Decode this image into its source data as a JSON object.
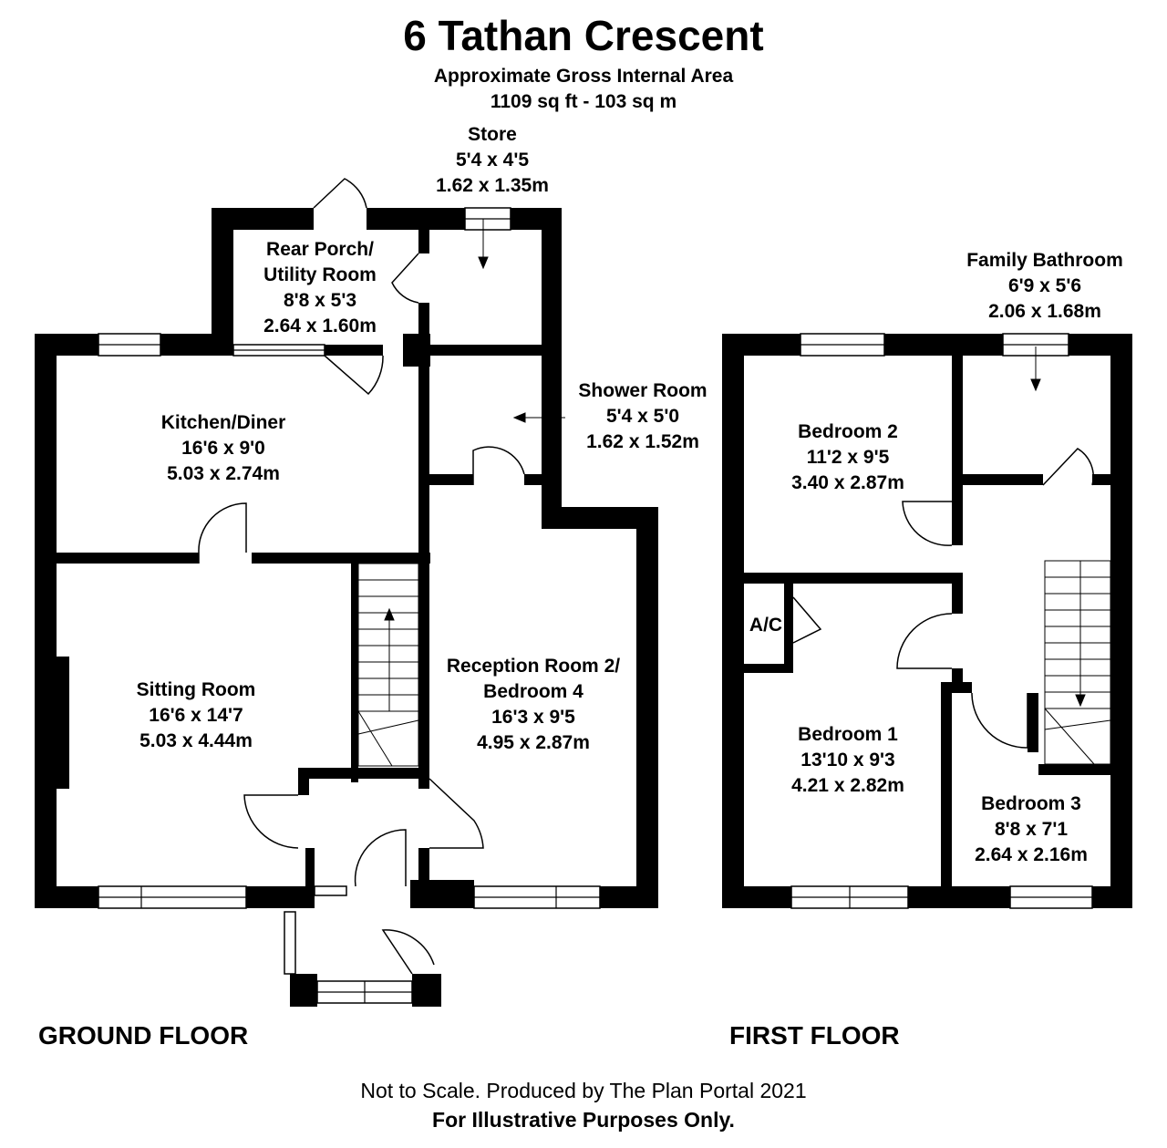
{
  "header": {
    "title": "6 Tathan Crescent",
    "subtitle_line1": "Approximate Gross Internal Area",
    "subtitle_line2": "1109 sq ft - 103 sq m"
  },
  "rooms": {
    "store": {
      "name": "Store",
      "imperial": "5'4 x 4'5",
      "metric": "1.62 x 1.35m"
    },
    "rear_porch": {
      "name_line1": "Rear Porch/",
      "name_line2": "Utility Room",
      "imperial": "8'8 x 5'3",
      "metric": "2.64 x 1.60m"
    },
    "shower_room": {
      "name": "Shower Room",
      "imperial": "5'4 x 5'0",
      "metric": "1.62 x 1.52m"
    },
    "kitchen": {
      "name": "Kitchen/Diner",
      "imperial": "16'6 x 9'0",
      "metric": "5.03 x 2.74m"
    },
    "sitting_room": {
      "name": "Sitting Room",
      "imperial": "16'6 x 14'7",
      "metric": "5.03 x 4.44m"
    },
    "reception": {
      "name_line1": "Reception Room 2/",
      "name_line2": "Bedroom 4",
      "imperial": "16'3 x 9'5",
      "metric": "4.95 x 2.87m"
    },
    "family_bathroom": {
      "name": "Family Bathroom",
      "imperial": "6'9 x 5'6",
      "metric": "2.06 x 1.68m"
    },
    "bedroom2": {
      "name": "Bedroom 2",
      "imperial": "11'2 x 9'5",
      "metric": "3.40 x 2.87m"
    },
    "ac": {
      "name": "A/C"
    },
    "bedroom1": {
      "name": "Bedroom 1",
      "imperial": "13'10 x 9'3",
      "metric": "4.21 x 2.82m"
    },
    "bedroom3": {
      "name": "Bedroom 3",
      "imperial": "8'8 x 7'1",
      "metric": "2.64 x 2.16m"
    }
  },
  "floors": {
    "ground": "GROUND FLOOR",
    "first": "FIRST FLOOR"
  },
  "footer": {
    "line1": "Not to Scale. Produced by The Plan Portal 2021",
    "line2": "For Illustrative Purposes Only."
  }
}
